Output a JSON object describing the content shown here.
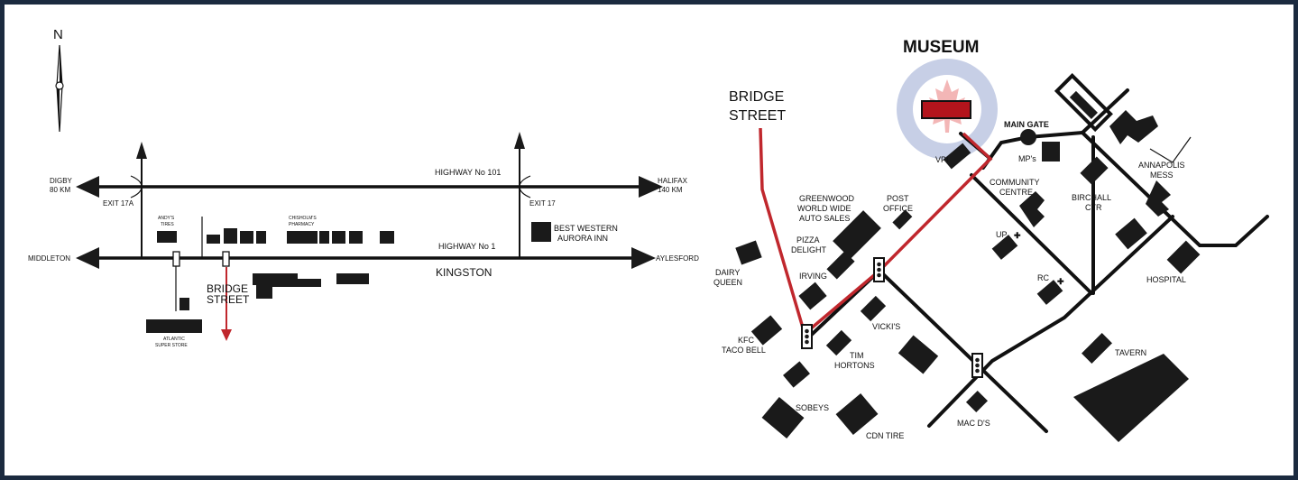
{
  "compass": {
    "north_label": "N"
  },
  "regional_map": {
    "highway_101": "HIGHWAY No 101",
    "highway_1": "HIGHWAY No 1",
    "digby": "DIGBY",
    "digby_dist": "80 KM",
    "halifax": "HALIFAX",
    "halifax_dist": "140 KM",
    "middleton": "MIDDLETON",
    "aylesford": "AYLESFORD",
    "exit_17a": "EXIT 17A",
    "exit_17": "EXIT 17",
    "kingston": "KINGSTON",
    "andys_1": "ANDY'S",
    "andys_2": "TIRES",
    "chisholms_1": "CHISHOLM'S",
    "chisholms_2": "PHARMACY",
    "best_western_1": "BEST WESTERN",
    "best_western_2": "AURORA INN",
    "atlantic_1": "ATLANTIC",
    "atlantic_2": "SUPER STORE",
    "bridge_1": "BRIDGE",
    "bridge_2": "STREET"
  },
  "detail_map": {
    "museum": "MUSEUM",
    "bridge_1": "BRIDGE",
    "bridge_2": "STREET",
    "main_gate": "MAIN GATE",
    "mps": "MP's",
    "vpi": "VPI",
    "annapolis_1": "ANNAPOLIS",
    "annapolis_2": "MESS",
    "community_1": "COMMUNITY",
    "community_2": "CENTRE",
    "birchall_1": "BIRCHALL",
    "birchall_2": "CTR",
    "greenwood_1": "GREENWOOD",
    "greenwood_2": "WORLD WIDE",
    "greenwood_3": "AUTO SALES",
    "post_1": "POST",
    "post_2": "OFFICE",
    "pizza_1": "PIZZA",
    "pizza_2": "DELIGHT",
    "up": "UP",
    "dairy_1": "DAIRY",
    "dairy_2": "QUEEN",
    "irving": "IRVING",
    "rc": "RC",
    "hospital": "HOSPITAL",
    "vickis": "VICKI'S",
    "kfc_1": "KFC",
    "kfc_2": "TACO BELL",
    "tim_1": "TIM",
    "tim_2": "HORTONS",
    "tavern": "TAVERN",
    "sobeys": "SOBEYS",
    "cdn_tire": "CDN TIRE",
    "macds": "MAC D'S"
  },
  "colors": {
    "route": "#c0272d",
    "halo": "#c7cfe6",
    "leaf": "#f3b6b6",
    "frame": "#1b2a3f",
    "museum_box": "#b3141c"
  }
}
